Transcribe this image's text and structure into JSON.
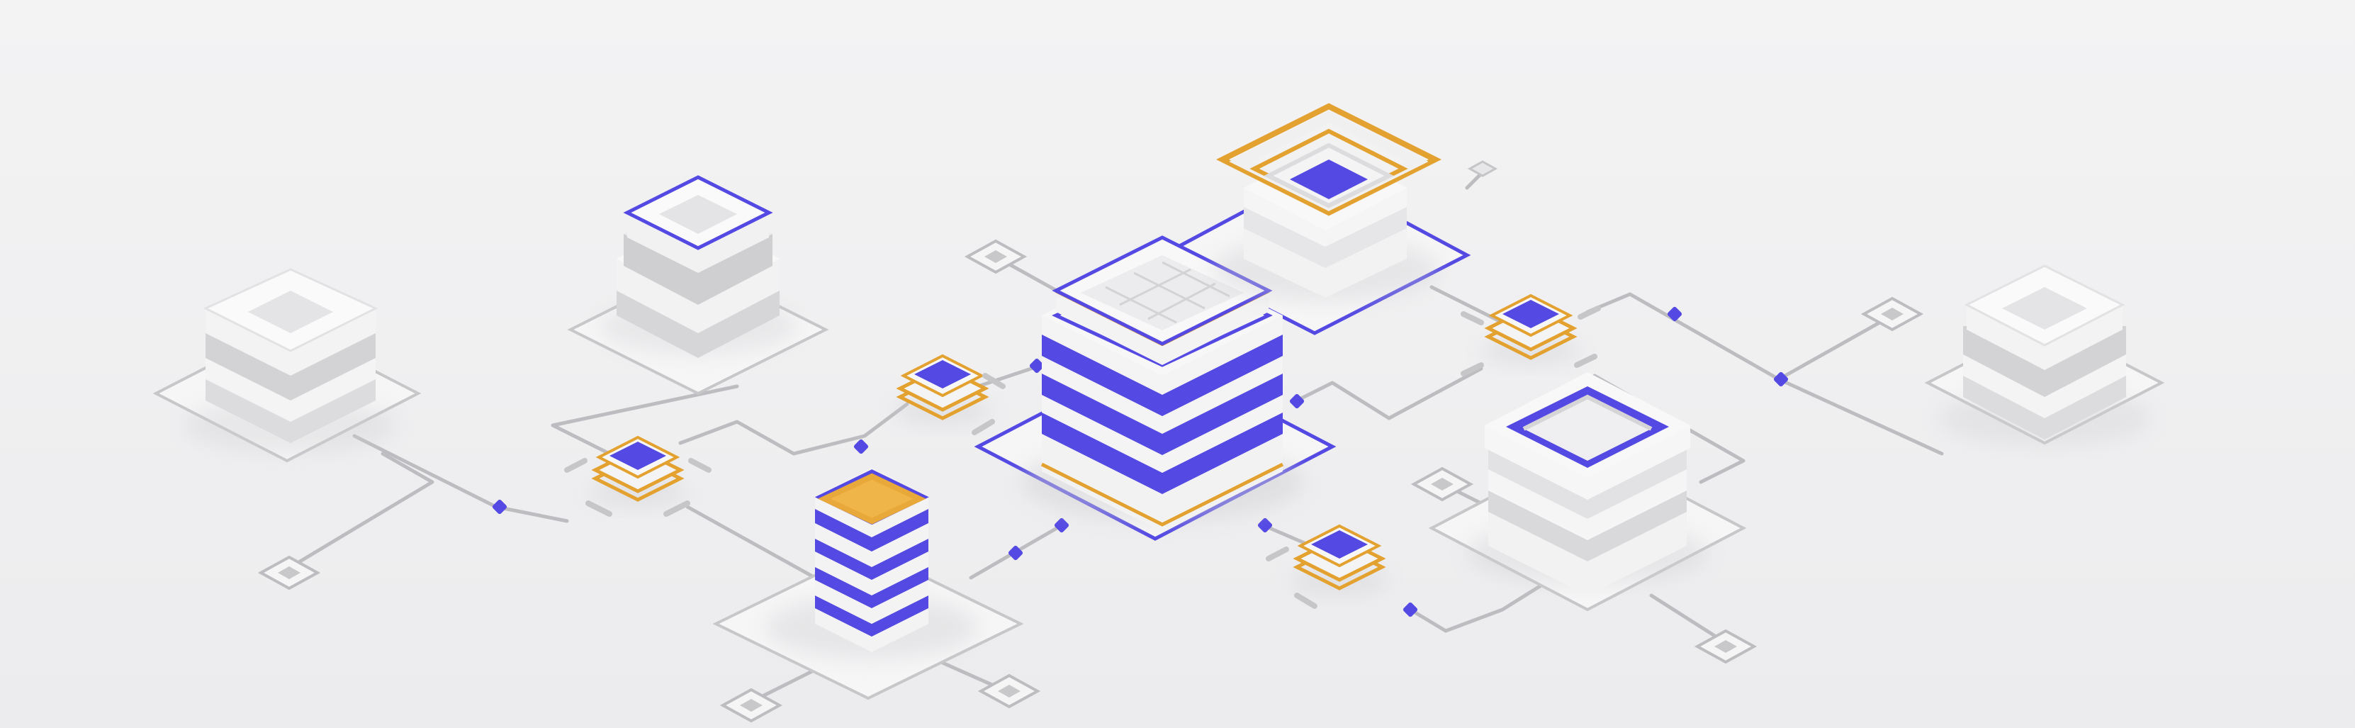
{
  "scene": {
    "colors": {
      "background": "#f1f1f2",
      "accent_purple": "#5449e3",
      "accent_orange": "#e3a130",
      "block_white": "#f7f7f8",
      "block_grey": "#cfcfd2",
      "line_grey": "#b9b9bd"
    },
    "servers": [
      {
        "name": "server-stack-far-left",
        "accent": "grey"
      },
      {
        "name": "server-stack-upper-left",
        "accent": "purple-outline"
      },
      {
        "name": "server-stack-orange-top",
        "accent": "orange"
      },
      {
        "name": "server-stack-central-main",
        "accent": "purple-and-orange"
      },
      {
        "name": "server-stack-top-rings",
        "accent": "orange-rings"
      },
      {
        "name": "server-stack-right-open",
        "accent": "purple-outline"
      },
      {
        "name": "server-stack-far-right",
        "accent": "grey"
      }
    ],
    "chips": [
      {
        "name": "chip-left"
      },
      {
        "name": "chip-center-left"
      },
      {
        "name": "chip-center-right"
      },
      {
        "name": "chip-right"
      }
    ],
    "endpoint_icons": 6,
    "connector_dots": 9
  }
}
